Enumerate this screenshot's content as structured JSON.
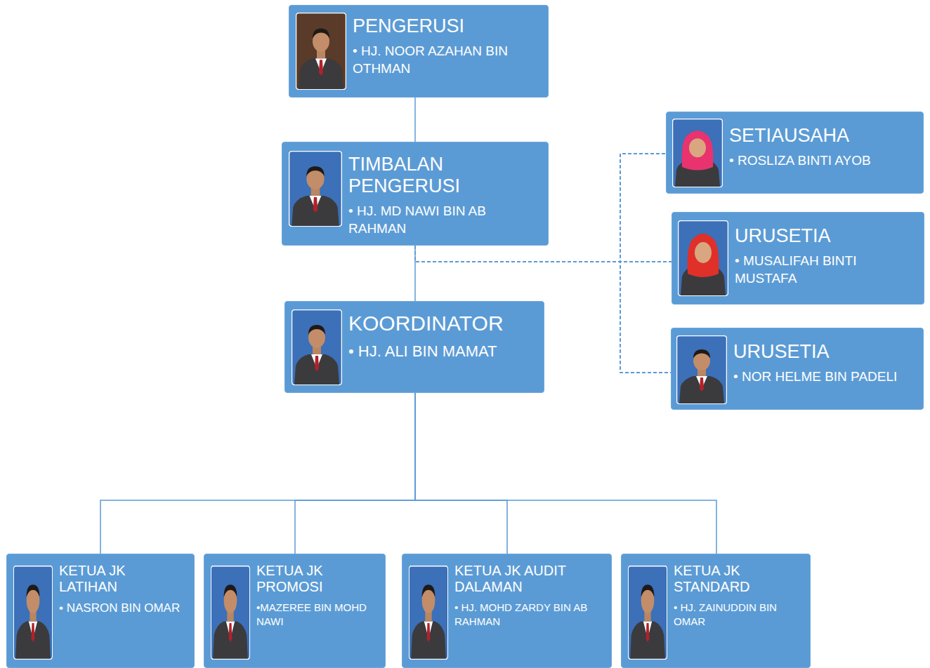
{
  "diagram": {
    "nodes": [
      {
        "text": [
          "PENGERUSI",
          "• HJ. NOOR AZAHAN BIN OTHMAN"
        ]
      },
      {
        "text": [
          "TIMBALAN PENGERUSI",
          "• HJ. MD NAWI BIN AB RAHMAN"
        ]
      },
      {
        "text": [
          "SETIAUSAHA",
          "• ROSLIZA BINTI AYOB"
        ]
      },
      {
        "text": [
          "URUSETIA",
          "• MUSALIFAH BINTI MUSTAFA"
        ]
      },
      {
        "text": [
          "KOORDINATOR",
          "• HJ. ALI BIN MAMAT"
        ]
      },
      {
        "text": [
          "URUSETIA",
          "• NOR HELME BIN PADELI"
        ]
      },
      {
        "text": [
          "KETUA JK LATIHAN",
          "• NASRON BIN OMAR"
        ]
      },
      {
        "text": [
          "KETUA JK PROMOSI",
          "•MAZEREE BIN MOHD NAWI"
        ]
      },
      {
        "text": [
          "KETUA JK AUDIT DALAMAN",
          "• HJ. MOHD ZARDY BIN AB RAHMAN"
        ]
      },
      {
        "text": [
          "KETUA JK STANDARD",
          "• HJ. ZAINUDDIN BIN OMAR"
        ]
      }
    ],
    "edges": [
      {
        "from": 0,
        "to": 1,
        "arrow": "none"
      },
      {
        "from": 1,
        "to": 4,
        "arrow": "none"
      },
      {
        "from": 4,
        "to": 6,
        "arrow": "none"
      },
      {
        "from": 4,
        "to": 7,
        "arrow": "none"
      },
      {
        "from": 4,
        "to": 8,
        "arrow": "none"
      },
      {
        "from": 4,
        "to": 9,
        "arrow": "none"
      },
      {
        "from": 1,
        "to": 2,
        "arrow": "none"
      },
      {
        "from": 1,
        "to": 3,
        "arrow": "none"
      },
      {
        "from": 1,
        "to": 5,
        "arrow": "none"
      }
    ]
  }
}
